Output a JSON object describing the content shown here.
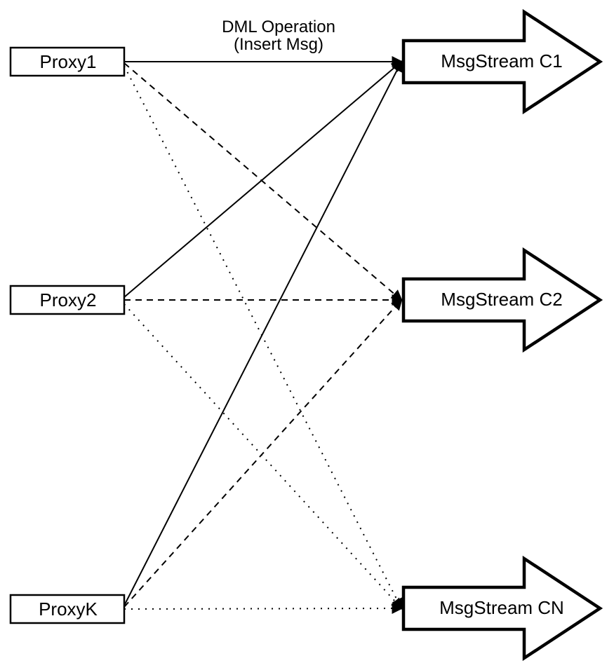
{
  "title": {
    "line1": "DML Operation",
    "line2": "(Insert Msg)"
  },
  "proxies": [
    {
      "label": "Proxy1"
    },
    {
      "label": "Proxy2"
    },
    {
      "label": "ProxyK"
    }
  ],
  "streams": [
    {
      "label": "MsgStream C1"
    },
    {
      "label": "MsgStream C2"
    },
    {
      "label": "MsgStream CN"
    }
  ],
  "edges": [
    {
      "from": "Proxy1",
      "to": "MsgStream C1",
      "style": "solid"
    },
    {
      "from": "Proxy1",
      "to": "MsgStream C2",
      "style": "dashed"
    },
    {
      "from": "Proxy1",
      "to": "MsgStream CN",
      "style": "dotted"
    },
    {
      "from": "Proxy2",
      "to": "MsgStream C1",
      "style": "solid"
    },
    {
      "from": "Proxy2",
      "to": "MsgStream C2",
      "style": "dashed"
    },
    {
      "from": "Proxy2",
      "to": "MsgStream CN",
      "style": "dotted"
    },
    {
      "from": "ProxyK",
      "to": "MsgStream C1",
      "style": "solid"
    },
    {
      "from": "ProxyK",
      "to": "MsgStream C2",
      "style": "dashed"
    },
    {
      "from": "ProxyK",
      "to": "MsgStream CN",
      "style": "dotted"
    }
  ],
  "colors": {
    "stroke": "#000000",
    "fill": "#ffffff",
    "background": "#ffffff"
  }
}
